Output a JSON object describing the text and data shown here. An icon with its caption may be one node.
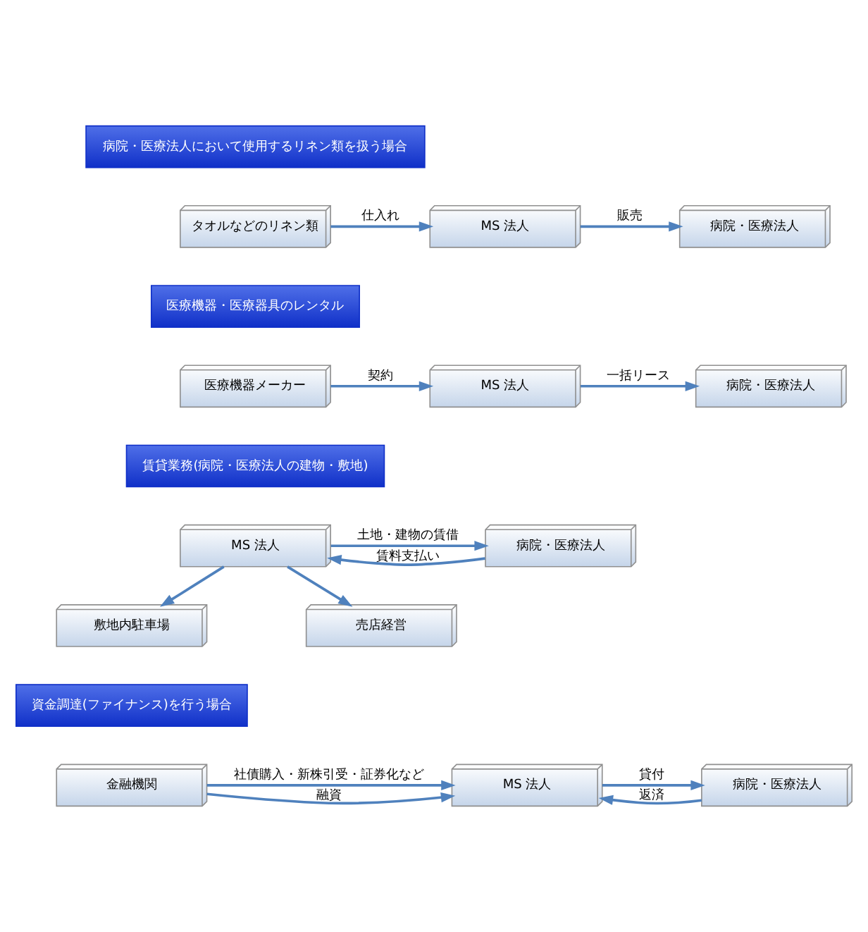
{
  "diagram": {
    "nodes": [
      {
        "text": [
          "病院・医療法人において使用するリネン類を扱う場合"
        ]
      },
      {
        "text": [
          "タオルなどのリネン類"
        ]
      },
      {
        "text": [
          "MS 法人"
        ]
      },
      {
        "text": [
          "病院・医療法人"
        ]
      },
      {
        "text": [
          "医療機器・医療器具のレンタル"
        ]
      },
      {
        "text": [
          "医療機器メーカー"
        ]
      },
      {
        "text": [
          "MS 法人"
        ]
      },
      {
        "text": [
          "病院・医療法人"
        ]
      },
      {
        "text": [
          "賃貸業務(病院・医療法人の建物・敷地)"
        ]
      },
      {
        "text": [
          "MS 法人"
        ]
      },
      {
        "text": [
          "病院・医療法人"
        ]
      },
      {
        "text": [
          "敷地内駐車場"
        ]
      },
      {
        "text": [
          "売店経営"
        ]
      },
      {
        "text": [
          "資金調達(ファイナンス)を行う場合"
        ]
      },
      {
        "text": [
          "金融機関"
        ]
      },
      {
        "text": [
          "MS 法人"
        ]
      },
      {
        "text": [
          "病院・医療法人"
        ]
      }
    ],
    "edges": [
      {
        "from": 1,
        "to": 2,
        "arrow": "to",
        "label": "仕入れ"
      },
      {
        "from": 2,
        "to": 3,
        "arrow": "to",
        "label": "販売"
      },
      {
        "from": 5,
        "to": 6,
        "arrow": "to",
        "label": "契約"
      },
      {
        "from": 6,
        "to": 7,
        "arrow": "to",
        "label": "一括リース"
      },
      {
        "from": 10,
        "to": 9,
        "arrow": "to",
        "label": "賃料支払い"
      },
      {
        "from": 9,
        "to": 10,
        "arrow": "to",
        "label": "土地・建物の賃借"
      },
      {
        "from": 9,
        "to": 11,
        "arrow": "to"
      },
      {
        "from": 9,
        "to": 12,
        "arrow": "to"
      },
      {
        "from": 14,
        "to": 15,
        "arrow": "to",
        "label": "融資"
      },
      {
        "from": 15,
        "to": 16,
        "arrow": "to",
        "label": "貸付"
      },
      {
        "from": 16,
        "to": 15,
        "arrow": "to",
        "label": "返済"
      },
      {
        "from": 14,
        "to": 15,
        "arrow": "to",
        "label": "社債購入・新株引受・証券化など"
      }
    ]
  }
}
